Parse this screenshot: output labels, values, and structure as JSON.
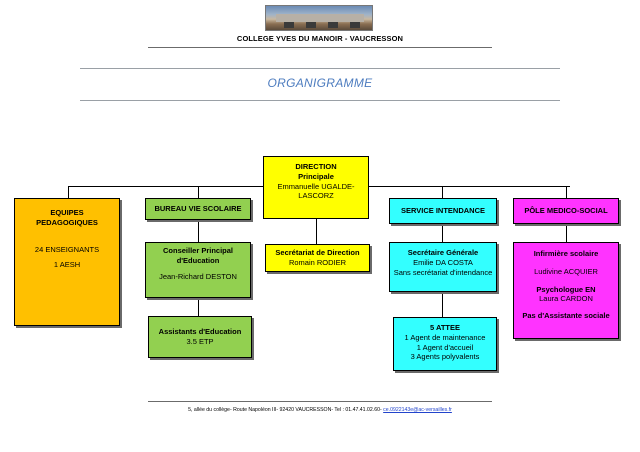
{
  "header": {
    "school_name": "COLLEGE YVES DU MANOIR - VAUCRESSON",
    "title": "ORGANIGRAMME"
  },
  "direction": {
    "heading": "DIRECTION",
    "role": "Principale",
    "name_line1": "Emmanuelle UGALDE-",
    "name_line2": "LASCORZ"
  },
  "equipes": {
    "heading_line1": "EQUIPES",
    "heading_line2": "PEDAGOGIQUES",
    "enseignants": "24 ENSEIGNANTS",
    "aesh": "1 AESH"
  },
  "vie_scolaire": {
    "heading": "BUREAU VIE SCOLAIRE",
    "cpe_line1": "Conseiller Principal",
    "cpe_line2": "d'Education",
    "cpe_name": "Jean-Richard DESTON",
    "assistants": "Assistants d'Education",
    "assistants_count": "3.5 ETP"
  },
  "secretariat": {
    "heading": "Secrétariat de Direction",
    "name": "Romain RODIER"
  },
  "intendance": {
    "heading": "SERVICE INTENDANCE",
    "sg_title": "Secrétaire Générale",
    "sg_name": "Emilie DA COSTA",
    "sg_note": "Sans secrétariat d'intendance",
    "attee_title": "5 ATTEE",
    "attee_1": "1 Agent de maintenance",
    "attee_2": "1 Agent d'accueil",
    "attee_3": "3 Agents polyvalents"
  },
  "medico": {
    "heading": "PÔLE MEDICO-SOCIAL",
    "infirmiere_title": "Infirmière scolaire",
    "infirmiere_name": "Ludivine ACQUIER",
    "psy_title": "Psychologue EN",
    "psy_name": "Laura CARDON",
    "assistante": "Pas d'Assistante sociale"
  },
  "footer": {
    "address": "5, allée du collège- Route Napoléon III- 92420 VAUCRESSON- Tel : 01.47.41.02.60- ",
    "email": "ce.0922143e@ac-versailles.fr"
  },
  "colors": {
    "yellow": "#ffff00",
    "orange": "#ffc000",
    "green": "#92d050",
    "cyan": "#33ffff",
    "magenta": "#ff33ff",
    "title_blue": "#4d7cbf"
  }
}
